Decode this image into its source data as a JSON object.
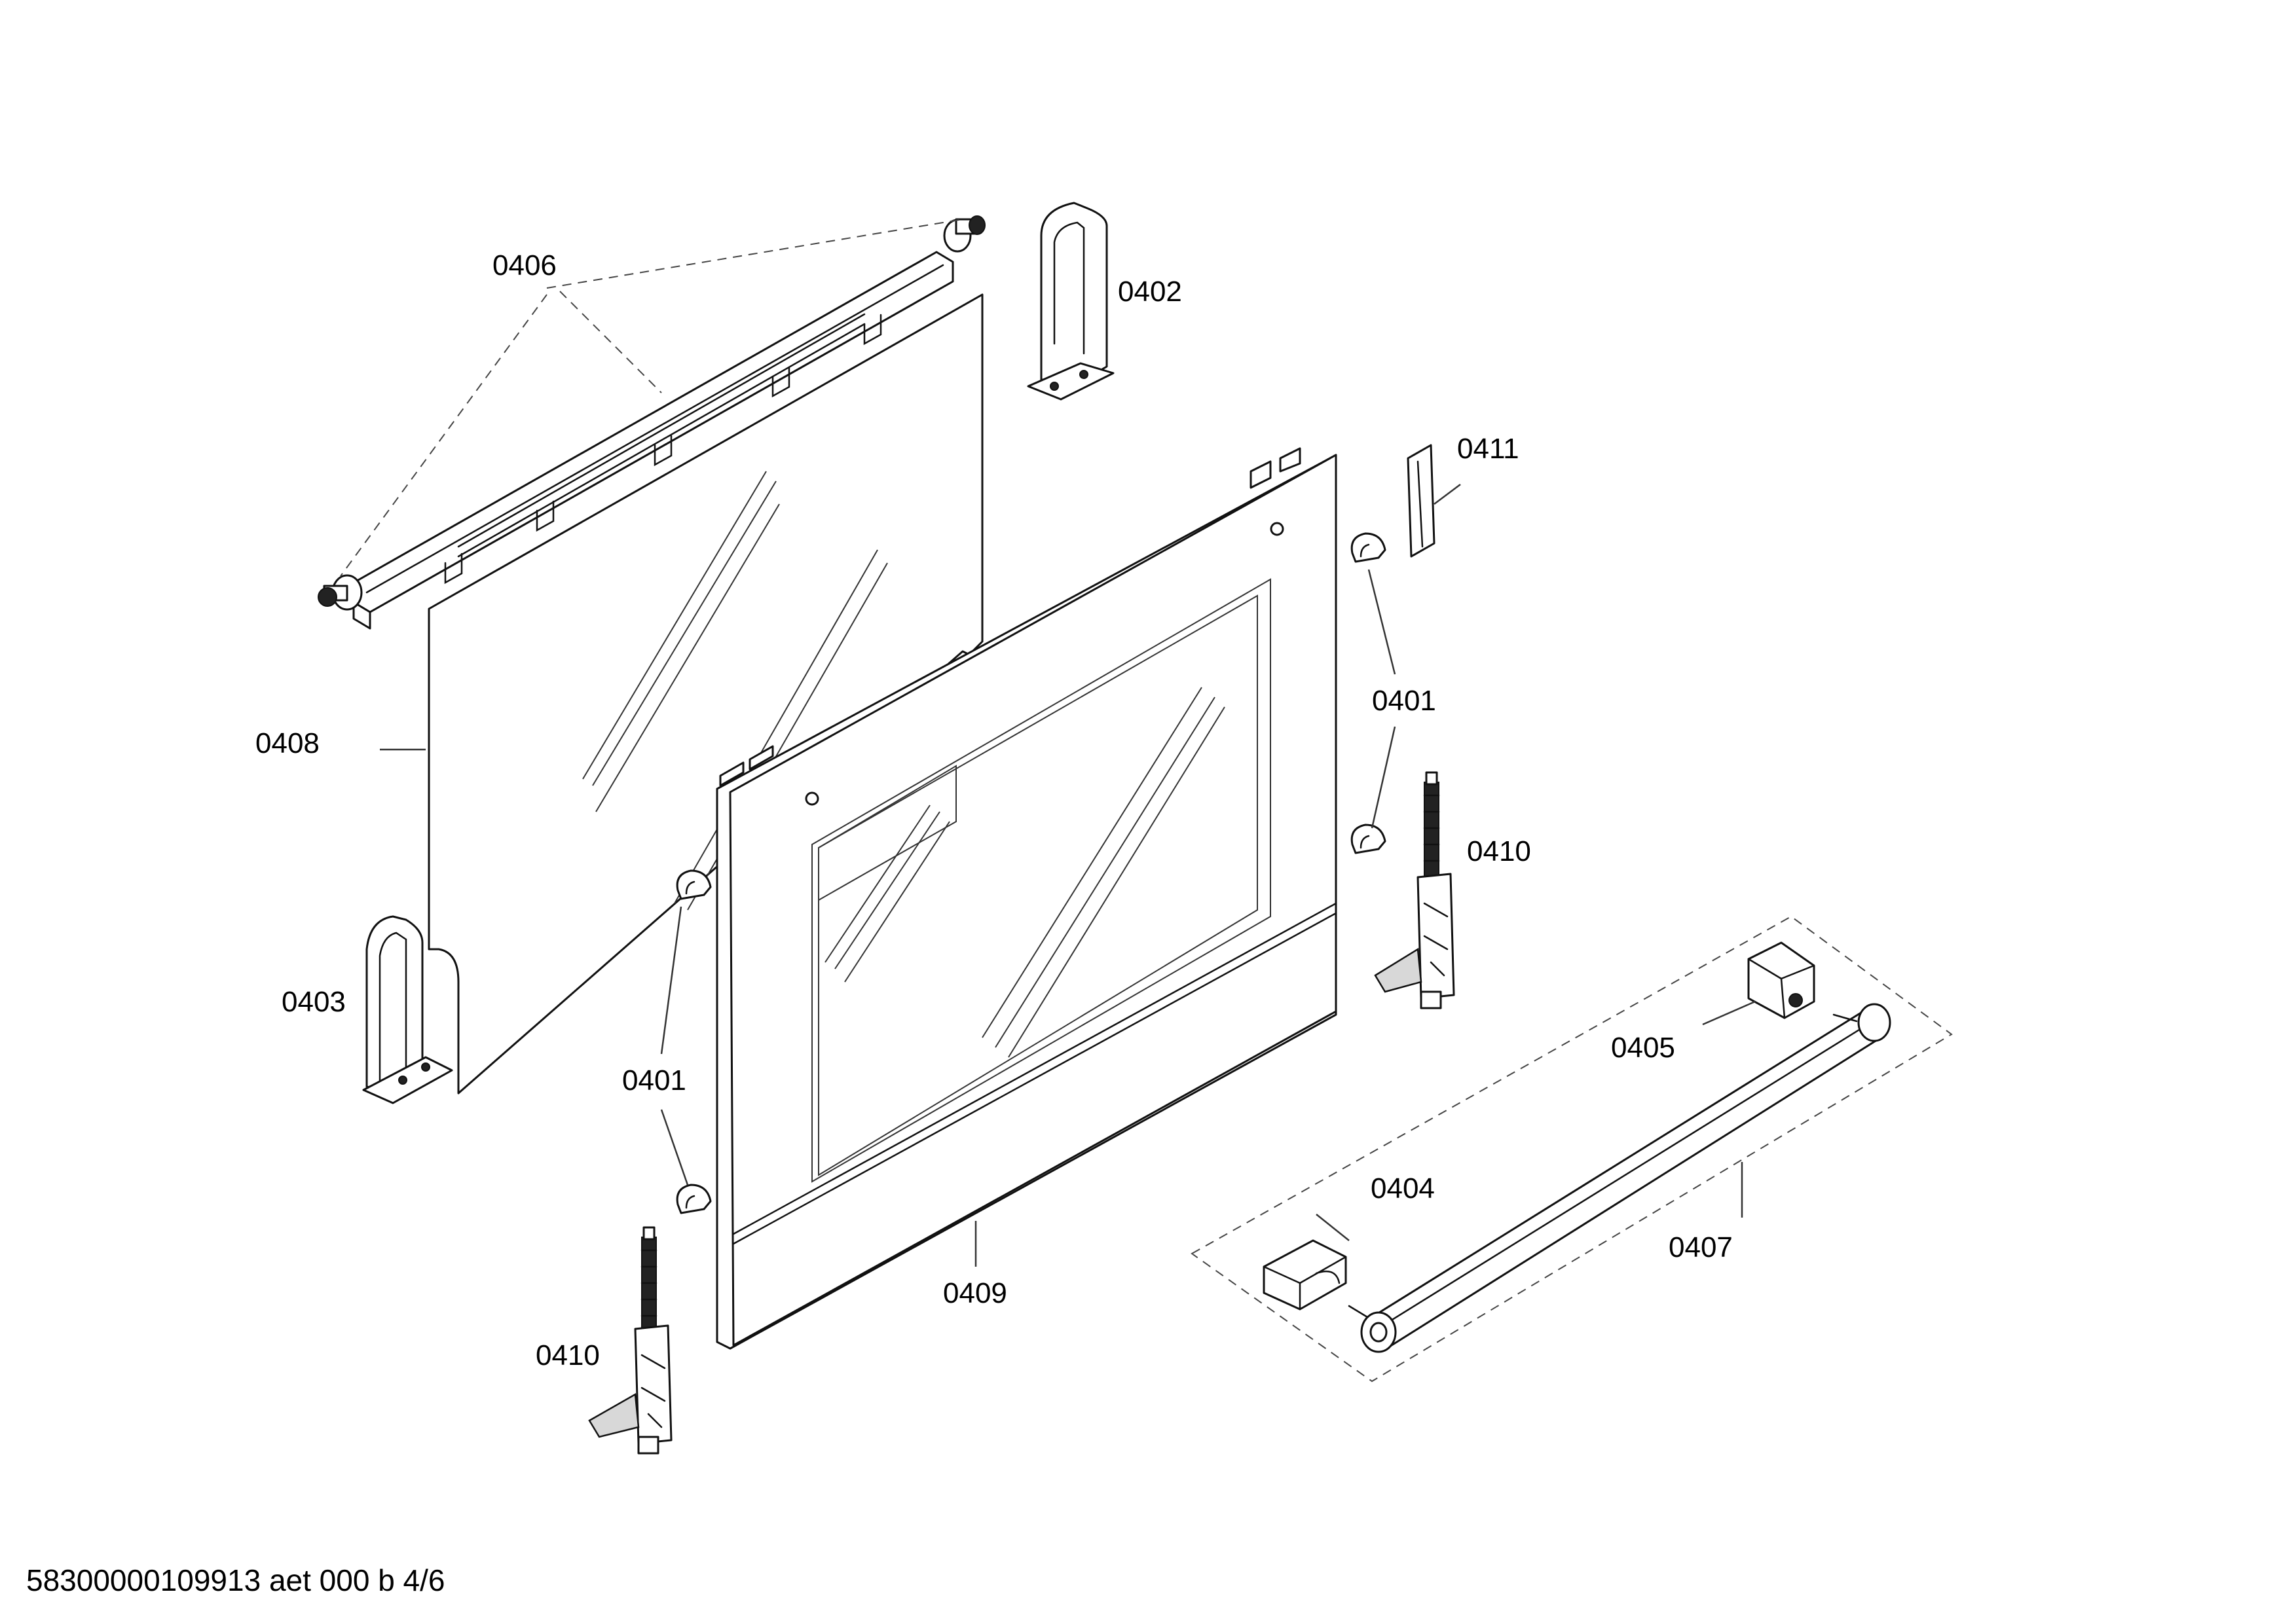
{
  "callouts": {
    "c0406": "0406",
    "c0402": "0402",
    "c0411": "0411",
    "c0408": "0408",
    "c0401_right": "0401",
    "c0410_right": "0410",
    "c0403": "0403",
    "c0405": "0405",
    "c0401_left": "0401",
    "c0404": "0404",
    "c0407": "0407",
    "c0409": "0409",
    "c0410_left": "0410"
  },
  "footer": {
    "document_id": "58300000109913 aet 000 b 4/6"
  }
}
